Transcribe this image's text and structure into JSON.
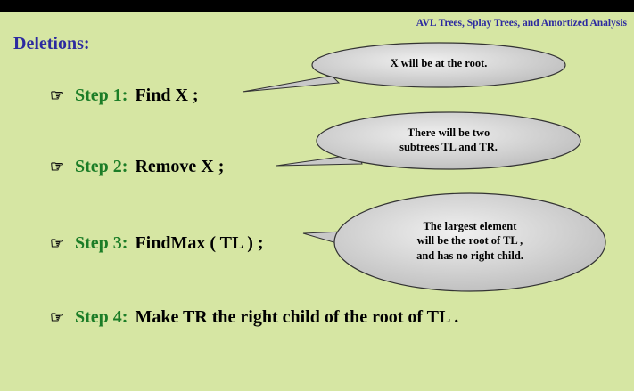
{
  "header": {
    "text": "AVL Trees, Splay Trees, and Amortized Analysis"
  },
  "title": "Deletions:",
  "steps": [
    {
      "label": "Step 1:",
      "text": "Find X ;"
    },
    {
      "label": "Step 2:",
      "text": "Remove X ;"
    },
    {
      "label": "Step 3:",
      "text": "FindMax ( TL ) ;"
    },
    {
      "label": "Step 4:",
      "text": "Make TR the right child of the root of TL ."
    }
  ],
  "callouts": [
    {
      "lines": [
        "X will be at the root."
      ]
    },
    {
      "lines": [
        "There will be two",
        "subtrees TL and TR."
      ]
    },
    {
      "lines": [
        "The largest element",
        "will be the root of TL ,",
        "and has no right child."
      ]
    }
  ],
  "colors": {
    "background": "#d6e6a3",
    "step_label": "#1c7d27",
    "heading": "#2c2aa0",
    "bubble": "#d1d1d1"
  }
}
